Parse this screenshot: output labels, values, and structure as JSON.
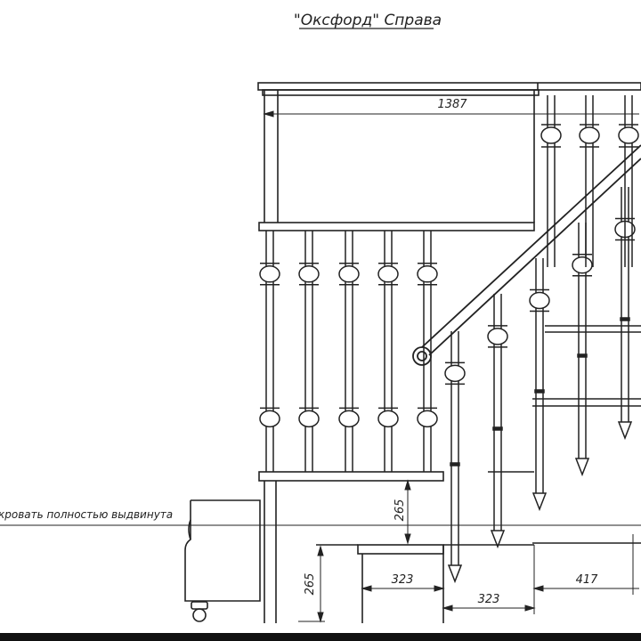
{
  "title": "\"Оксфорд\" Справа",
  "note": "кровать полностью выдвинута",
  "dimensions": {
    "top_width": "1387",
    "upper_height": "265",
    "lower_height": "265",
    "step_tread": "323",
    "step_run": "323",
    "right_span": "417"
  },
  "colors": {
    "line": "#222222",
    "background": "#ffffff"
  }
}
